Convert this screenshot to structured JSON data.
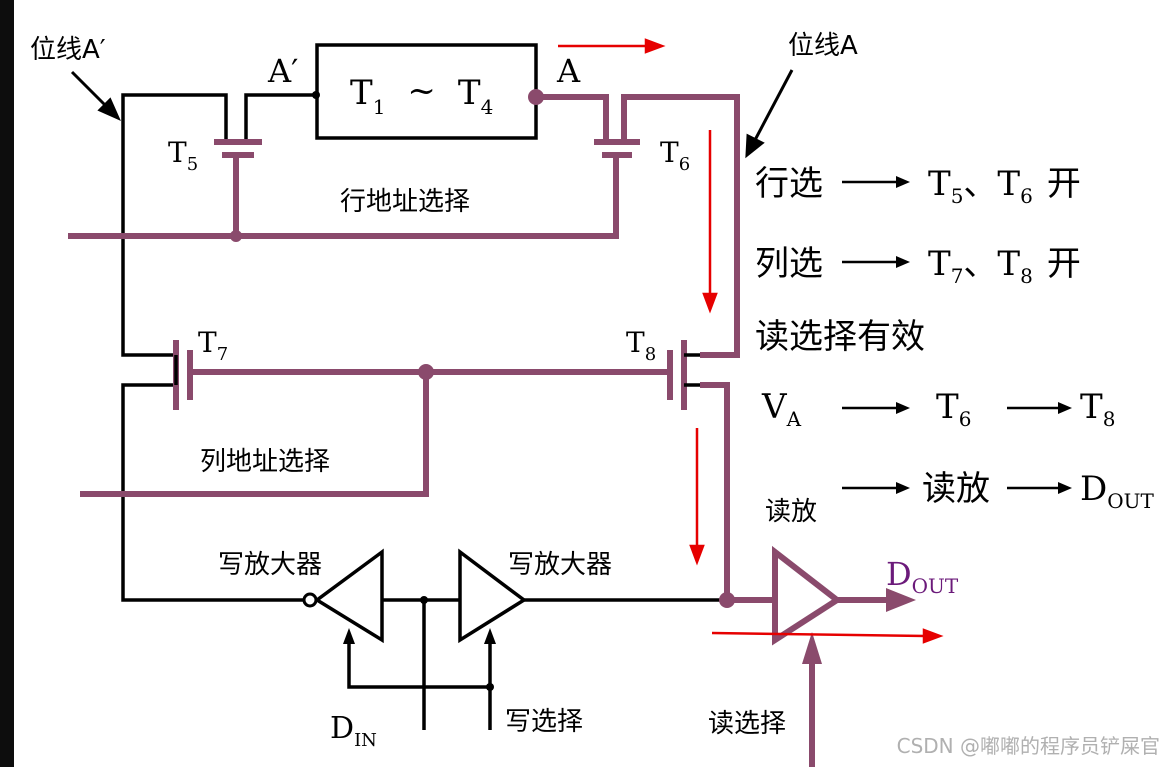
{
  "colors": {
    "background": "#ffffff",
    "frame": "#0d0d0d",
    "wire": "#000000",
    "read_path": "#8a4a6c",
    "arrow": "#e60000",
    "dout_label": "#6b1a7a",
    "watermark": "#b0b0b0"
  },
  "labels": {
    "bitline_a_prime": "位线A′",
    "a_prime": "A′",
    "block_t": "T",
    "block_sub1": "1",
    "block_tilde": "~",
    "block_sub4": "4",
    "a": "A",
    "bitline_a": "位线A",
    "t": "T",
    "t5_sub": "5",
    "t6_sub": "6",
    "t7_sub": "7",
    "t8_sub": "8",
    "row_select": "行地址选择",
    "col_select": "列地址选择",
    "write_amp_left": "写放大器",
    "write_amp_right": "写放大器",
    "din_main": "D",
    "din_sub": "IN",
    "write_select": "写选择",
    "read_amp": "读放",
    "read_select": "读选择",
    "dout_main": "D",
    "dout_sub": "OUT"
  },
  "notes": {
    "row_sel": "行选",
    "t5_sep": "、",
    "open": "开",
    "col_sel": "列选",
    "t7_sep": "、",
    "open2": "开",
    "read_sel_valid": "读选择有效",
    "va_main": "V",
    "va_sub": "A",
    "t6_main": "T",
    "t6_sub": "6",
    "t8_main": "T",
    "t8_sub": "8",
    "read_amp": "读放",
    "dout_main": "D",
    "dout_sub": "OUT"
  },
  "watermark": "CSDN @嘟嘟的程序员铲屎官"
}
